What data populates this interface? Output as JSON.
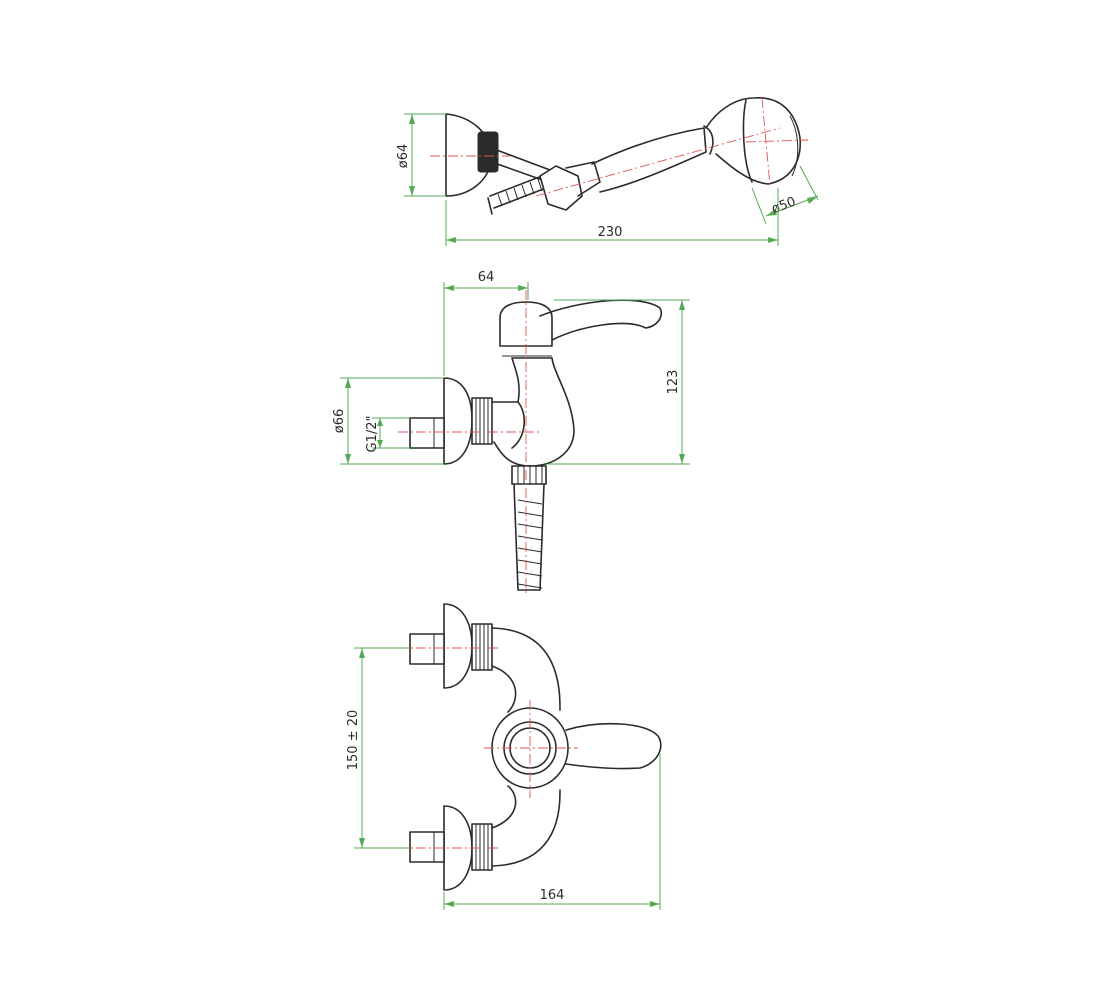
{
  "colors": {
    "outline": "#2b2b2b",
    "centerline": "#e05555",
    "dimension": "#55aa55",
    "background": "#ffffff"
  },
  "dimensions": {
    "top_flange_diameter": "ø64",
    "top_spray_diameter": "ø50",
    "top_overall_length": "230",
    "side_depth": "64",
    "side_height": "123",
    "side_flange_diameter": "ø66",
    "side_thread": "G1/2\"",
    "front_centers": "150 ± 20",
    "front_width": "164"
  }
}
